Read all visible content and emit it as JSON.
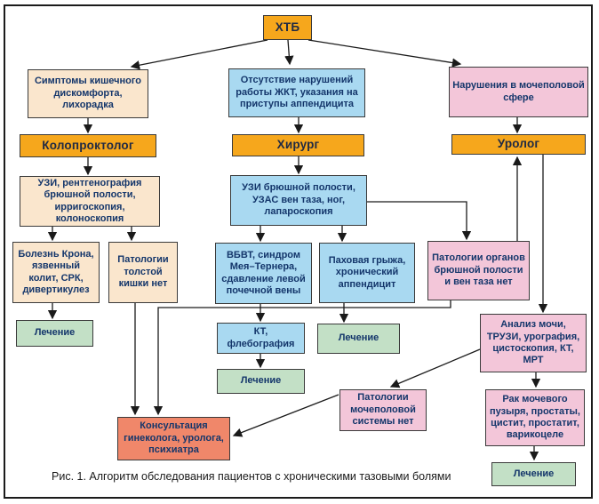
{
  "caption": "Рис. 1. Алгоритм обследования пациентов с хроническими тазовыми болями",
  "colors": {
    "header_box": "#F6A71C",
    "gastro_branch": "#FAE6CD",
    "surgery_branch": "#A9D9F1",
    "urology_branch": "#F3C6D9",
    "treatment": "#C3E0C6",
    "consultation": "#F0876A",
    "text_navy": "#14366B",
    "arrow": "#1A1A1A"
  },
  "nodes": {
    "htb": "ХТБ",
    "symptoms_gi": "Симптомы кишечного дискомфорта, лихорадка",
    "no_gi_disorders": "Отсутствие нарушений работы ЖКТ, указания на приступы аппендицита",
    "urinary_disorders": "Нарушения в мочеполовой сфере",
    "coloproctologist": "Колопроктолог",
    "surgeon": "Хирург",
    "urologist": "Уролог",
    "uzi_left": "УЗИ, рентгенография брюшной полости, ирригоскопия, колоноскопия",
    "uzi_mid": "УЗИ брюшной полости, УЗАС вен таза, ног, лапароскопия",
    "crohn": "Болезнь Крона, язвенный колит, СРК, дивертикулез",
    "no_colon_pathology": "Патологии толстой кишки нет",
    "vbvt": "ВБВТ, синдром Мея–Тернера, сдавление левой почечной вены",
    "hernia": "Паховая грыжа, хронический аппендицит",
    "no_abdominal_pathology": "Патологии органов брюшной полости и вен таза нет",
    "ct_phlebography": "КТ, флебография",
    "urine_tests": "Анализ мочи, ТРУЗИ, урография, цистоскопия, КТ, МРТ",
    "no_gu_pathology": "Патологии мочеполовой системы нет",
    "cancer": "Рак мочевого пузыря, простаты, цистит, простатит, варикоцеле",
    "consultation": "Консультация гинеколога, уролога, психиатра",
    "treatment": "Лечение"
  }
}
